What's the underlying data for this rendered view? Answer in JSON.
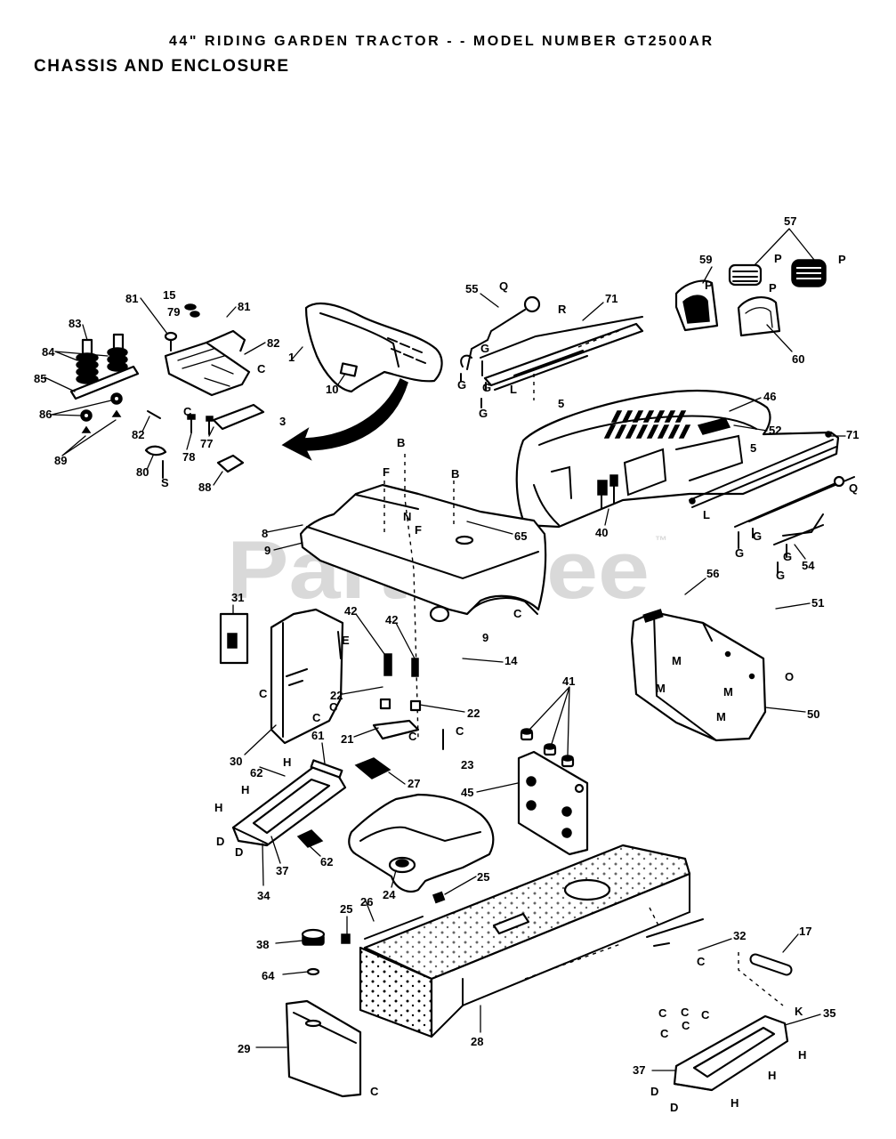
{
  "header": {
    "title": "44\" RIDING GARDEN TRACTOR - - MODEL NUMBER GT2500AR",
    "subtitle": "CHASSIS AND ENCLOSURE"
  },
  "watermark": {
    "text": "PartsTree",
    "tm": "™"
  },
  "callouts": [
    "81",
    "15",
    "79",
    "81",
    "83",
    "84",
    "82",
    "85",
    "86",
    "89",
    "82",
    "80",
    "78",
    "77",
    "88",
    "S",
    "C",
    "C",
    "3",
    "1",
    "10",
    "55",
    "Q",
    "71",
    "R",
    "G",
    "G",
    "G",
    "G",
    "L",
    "5",
    "59",
    "57",
    "P",
    "P",
    "P",
    "P",
    "60",
    "46",
    "52",
    "71",
    "5",
    "Q",
    "L",
    "G",
    "G",
    "G",
    "G",
    "54",
    "40",
    "56",
    "51",
    "O",
    "50",
    "M",
    "M",
    "M",
    "M",
    "B",
    "B",
    "F",
    "N",
    "F",
    "8",
    "9",
    "65",
    "9",
    "C",
    "14",
    "31",
    "42",
    "42",
    "E",
    "22",
    "22",
    "C",
    "C",
    "C",
    "30",
    "21",
    "C",
    "C",
    "23",
    "41",
    "45",
    "61",
    "62",
    "H",
    "H",
    "H",
    "27",
    "D",
    "D",
    "37",
    "34",
    "62",
    "24",
    "25",
    "26",
    "25",
    "38",
    "64",
    "29",
    "28",
    "C",
    "32",
    "17",
    "C",
    "C",
    "C",
    "C",
    "C",
    "C",
    "K",
    "35",
    "H",
    "H",
    "H",
    "37",
    "D",
    "D"
  ]
}
